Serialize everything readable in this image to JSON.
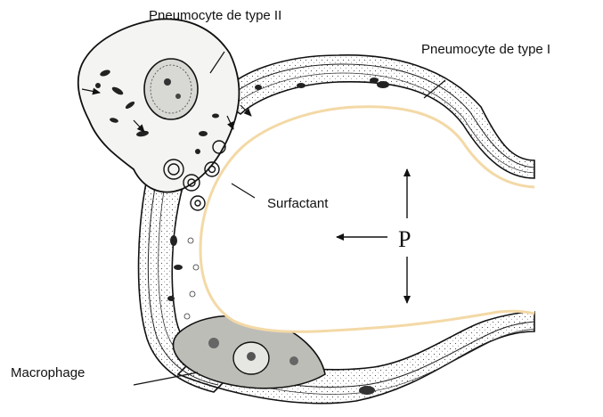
{
  "labels": {
    "type2": "Pneumocyte de type II",
    "type1": "Pneumocyte de type I",
    "surfactant": "Surfactant",
    "pressure": "P",
    "macrophage": "Macrophage"
  },
  "colors": {
    "surfactant_layer": "#f3d9a6",
    "ink": "#111111",
    "cell_fill": "#f4f4f2",
    "nucleus_fill": "#d8d8d4"
  },
  "icons": {
    "arrow_up": "arrow-up-icon",
    "arrow_left": "arrow-left-icon",
    "arrow_down": "arrow-down-icon"
  }
}
